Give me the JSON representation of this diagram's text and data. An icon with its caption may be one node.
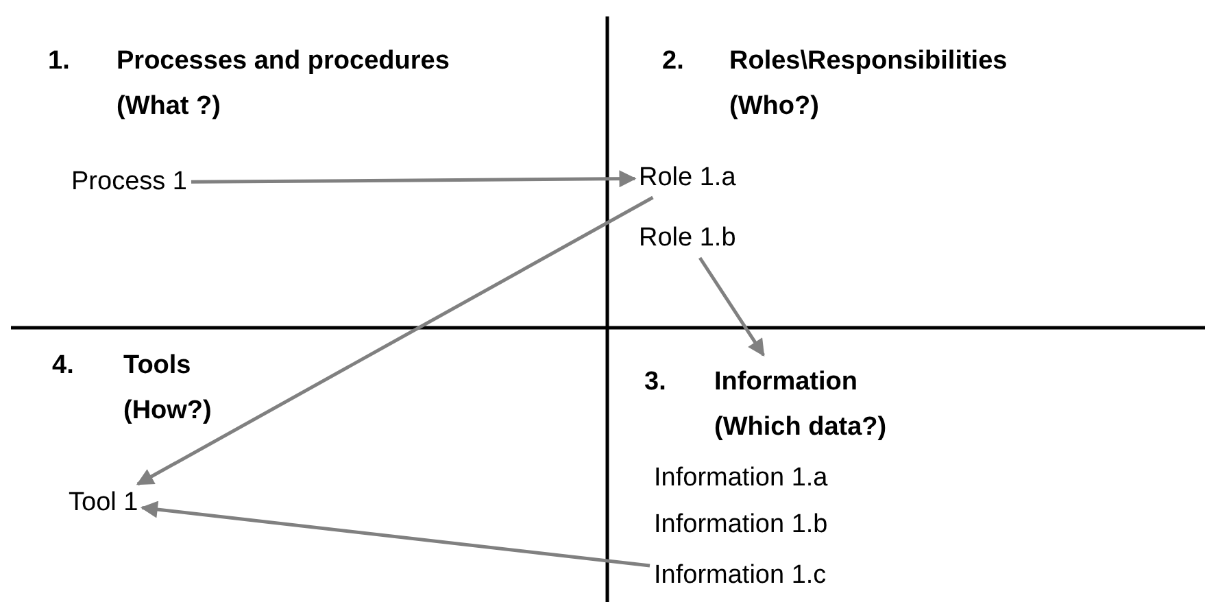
{
  "diagram": {
    "nodes": [
      {
        "text": [
          "Process 1"
        ]
      },
      {
        "text": [
          "Role 1.a"
        ]
      },
      {
        "text": [
          "Role 1.b"
        ]
      },
      {
        "text": [
          "3.",
          "Information (Which data?)"
        ]
      },
      {
        "text": [
          "Tool 1"
        ]
      },
      {
        "text": [
          "Information 1.a"
        ]
      },
      {
        "text": [
          "Information 1.b"
        ]
      },
      {
        "text": [
          "Information 1.c"
        ]
      }
    ],
    "edges": [
      {
        "from": 0,
        "to": 1,
        "arrow": "to"
      },
      {
        "from": 1,
        "to": 4,
        "arrow": "to"
      },
      {
        "from": 2,
        "to": 3,
        "arrow": "to"
      },
      {
        "from": 7,
        "to": 4,
        "arrow": "to"
      }
    ],
    "labels": [
      "1.",
      "Processes and procedures (What ?)",
      "2.",
      "Roles\\Responsibilities (Who?)",
      "4.",
      "Tools (How?)"
    ]
  }
}
